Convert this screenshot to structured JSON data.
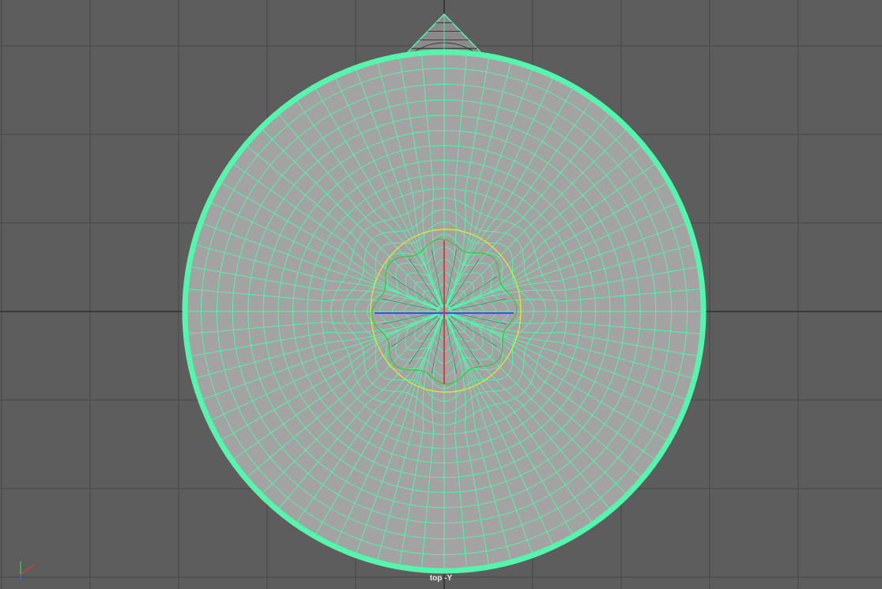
{
  "viewport": {
    "camera_label": "top -Y",
    "background_color": "#5d5d5d",
    "grid_color": "#464646",
    "grid_axis_color": "#2e2e2e"
  },
  "mesh": {
    "fill_color": "#a3a3a3",
    "wire_color": "#55f5ae",
    "border_color": "#55f5ae",
    "inner_green_curve_color": "#3ac23a",
    "yellow_ring_color": "#e8e82e",
    "radial_segments": 72,
    "ring_count": 20
  },
  "pivot": {
    "x_axis_color": "#3a3aff",
    "y_axis_color": "#d03a3a"
  },
  "axis_indicator": {
    "x_color": "#e23a3a",
    "y_color": "#3ad83a",
    "z_color": "#3a6aff",
    "icon": "axis-gizmo-icon"
  }
}
